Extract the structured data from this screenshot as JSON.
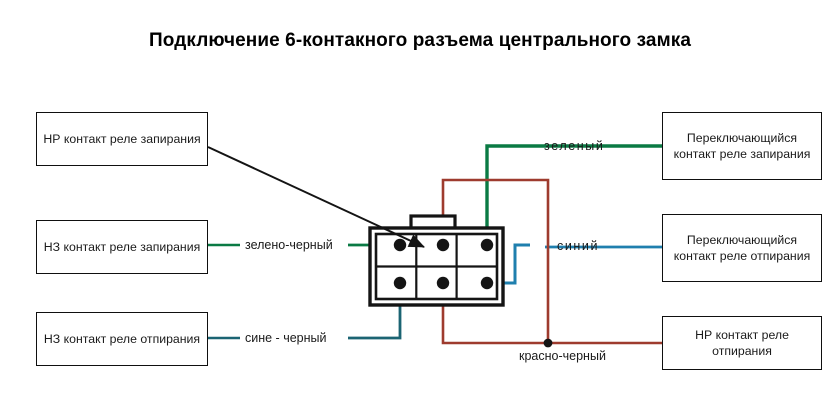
{
  "title": "Подключение 6-контакного разъема центрального замка",
  "colors": {
    "green": "#0a7a44",
    "blue": "#1f7fae",
    "teal": "#1b6473",
    "dark_red": "#9e3b2e",
    "red": "#b03a2e",
    "black": "#141414",
    "box_border": "#0f0f0f",
    "text": "#1a1a1a",
    "background": "#ffffff"
  },
  "left_boxes": [
    {
      "name": "no-lock-relay-contact",
      "lines": [
        "НР контакт реле",
        "запирания"
      ],
      "text": "НР контакт реле запирания",
      "connector": "arrow-black"
    },
    {
      "name": "nc-lock-relay-contact",
      "lines": [
        "НЗ контакт реле",
        "запирания"
      ],
      "text": "НЗ контакт реле запирания",
      "connector": "green"
    },
    {
      "name": "nc-unlock-relay-contact",
      "lines": [
        "НЗ контакт реле",
        "отпирания"
      ],
      "text": "НЗ контакт реле отпирания",
      "connector": "teal"
    }
  ],
  "right_boxes": [
    {
      "name": "switching-lock-relay-contact",
      "lines": [
        "Переключающийся",
        "контакт реле",
        "запирания"
      ],
      "text": "Переключающийся контакт реле запирания",
      "connector": "green"
    },
    {
      "name": "switching-unlock-relay-contact",
      "lines": [
        "Переключающийся",
        "контакт реле",
        "отпирания"
      ],
      "text": "Переключающийся контакт реле отпирания",
      "connector": "blue"
    },
    {
      "name": "no-unlock-relay-contact",
      "lines": [
        "НР контакт реле",
        "отпирания"
      ],
      "text": "НР контакт реле отпирания",
      "connector": "dark-red"
    }
  ],
  "wire_labels": [
    {
      "name": "wire-label-green-black",
      "text": "зелено-черный",
      "color": "#0a7a44"
    },
    {
      "name": "wire-label-blue-black",
      "text": "сине - черный",
      "color": "#1b6473"
    },
    {
      "name": "wire-label-green",
      "text": "зеленый",
      "color": "#0a7a44"
    },
    {
      "name": "wire-label-blue",
      "text": "синий",
      "color": "#1f7fae"
    },
    {
      "name": "wire-label-red-black",
      "text": "красно-черный",
      "color": "#b03a2e"
    }
  ],
  "connector": {
    "name": "six-pin-connector",
    "pin_count": 6,
    "rows": 2,
    "columns": 3,
    "has_latch": true
  }
}
